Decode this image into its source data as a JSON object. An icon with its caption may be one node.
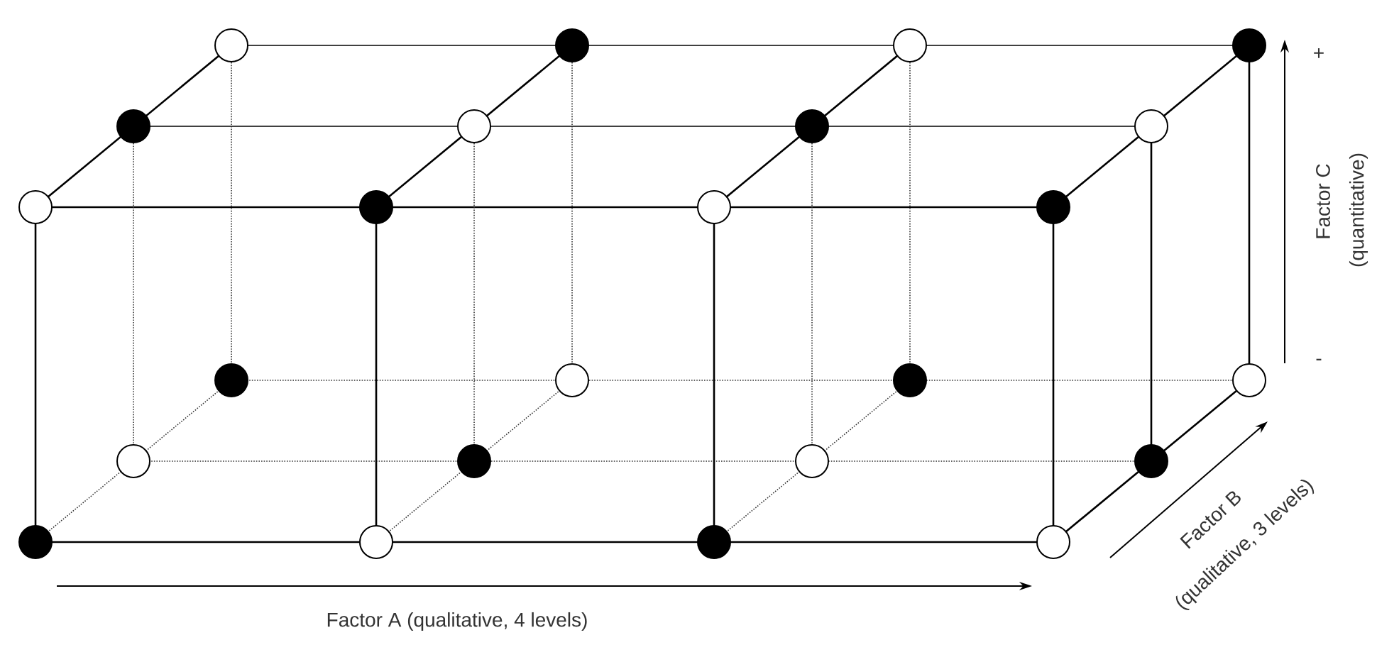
{
  "diagram": {
    "labels": [
      "Factor A (qualitative, 4 levels)",
      "Factor B",
      "(qualitative, 3 levels)",
      "Factor C",
      "(quantitative)",
      "+",
      "-"
    ]
  }
}
